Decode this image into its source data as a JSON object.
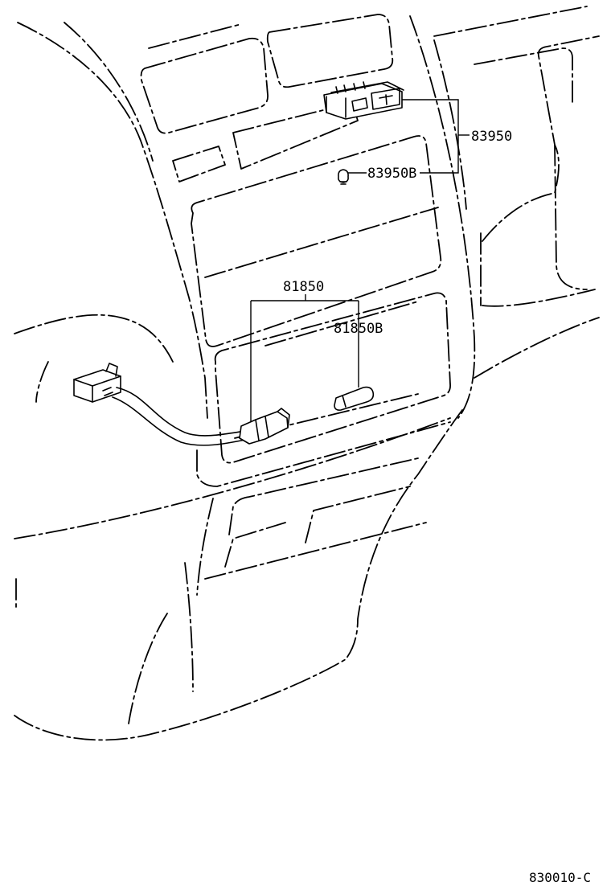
{
  "labels": {
    "part_83950": "83950",
    "part_83950b": "83950B",
    "part_81850": "81850",
    "part_81850b": "81850B"
  },
  "figure_code": "830010-C"
}
